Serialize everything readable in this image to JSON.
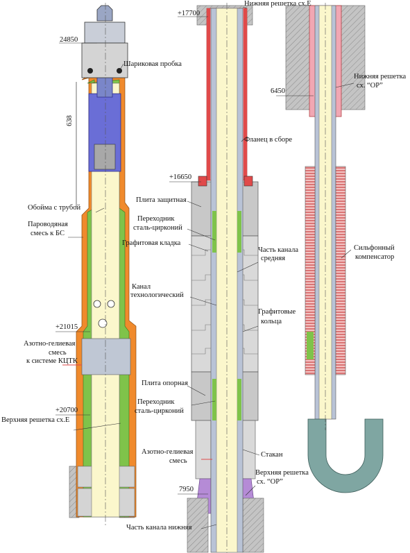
{
  "colors": {
    "core": "#fbf7cc",
    "tube": "#b9c3d6",
    "steel_orange": "#f08a2c",
    "steel_green": "#7fc34a",
    "plug_blue": "#6a6ed6",
    "graphite": "#d9d9d9",
    "graphite_dark": "#bfbfbf",
    "concrete": "#b8b8b8",
    "red": "#e04a4a",
    "pink": "#f1a7b3",
    "violet": "#b58bd6",
    "teal": "#7fa6a2"
  },
  "column1": {
    "mark_24850": "24850",
    "dim_638": "638",
    "ball_plug": "Шариковая пробка",
    "holder_with_tube": "Обойма  с трубой",
    "steam_water_line1": "Пароводяная",
    "steam_water_line2": "смесь к БС",
    "mark_21015": "+21015",
    "nitrogen_line1": "Азотно-гелиевая",
    "nitrogen_line2": "смесь",
    "nitrogen_line3": "к системе КЦТК",
    "mark_20700": "+20700",
    "upper_grid": "Верхняя решетка сх.Е"
  },
  "column2": {
    "mark_17700": "+17700",
    "lower_grid_E": "Нижняя решетка сх.Е",
    "flange": "Фланец в сборе",
    "mark_16650": "+16650",
    "protective_plate": "Плита защитная",
    "adapter1_line1": "Переходник",
    "adapter1_line2": "сталь-цирконий",
    "graphite_stack": "Графитовая кладка",
    "channel_mid_line1": "Часть канала",
    "channel_mid_line2": "средняя",
    "tech_channel_line1": "Канал",
    "tech_channel_line2": "технологический",
    "graphite_rings_line1": "Графитовые",
    "graphite_rings_line2": "кольца",
    "support_plate": "Плита опорная",
    "adapter2_line1": "Переходник",
    "adapter2_line2": "сталь-цирконий",
    "nitrogen_line1": "Азотно-гелиевая",
    "nitrogen_line2": "смесь",
    "cup": "Стакан",
    "upper_grid_OR_line1": "Верхняя решетка",
    "upper_grid_OR_line2": "сх. “ОР”",
    "mark_7950": "7950",
    "channel_lower": "Часть канала нижняя"
  },
  "column3": {
    "lower_grid_OR_line1": "Нижняя решетка",
    "lower_grid_OR_line2": "сх. “ОР”",
    "mark_6450": "6450",
    "bellows_line1": "Сильфонный",
    "bellows_line2": "компенсатор"
  }
}
